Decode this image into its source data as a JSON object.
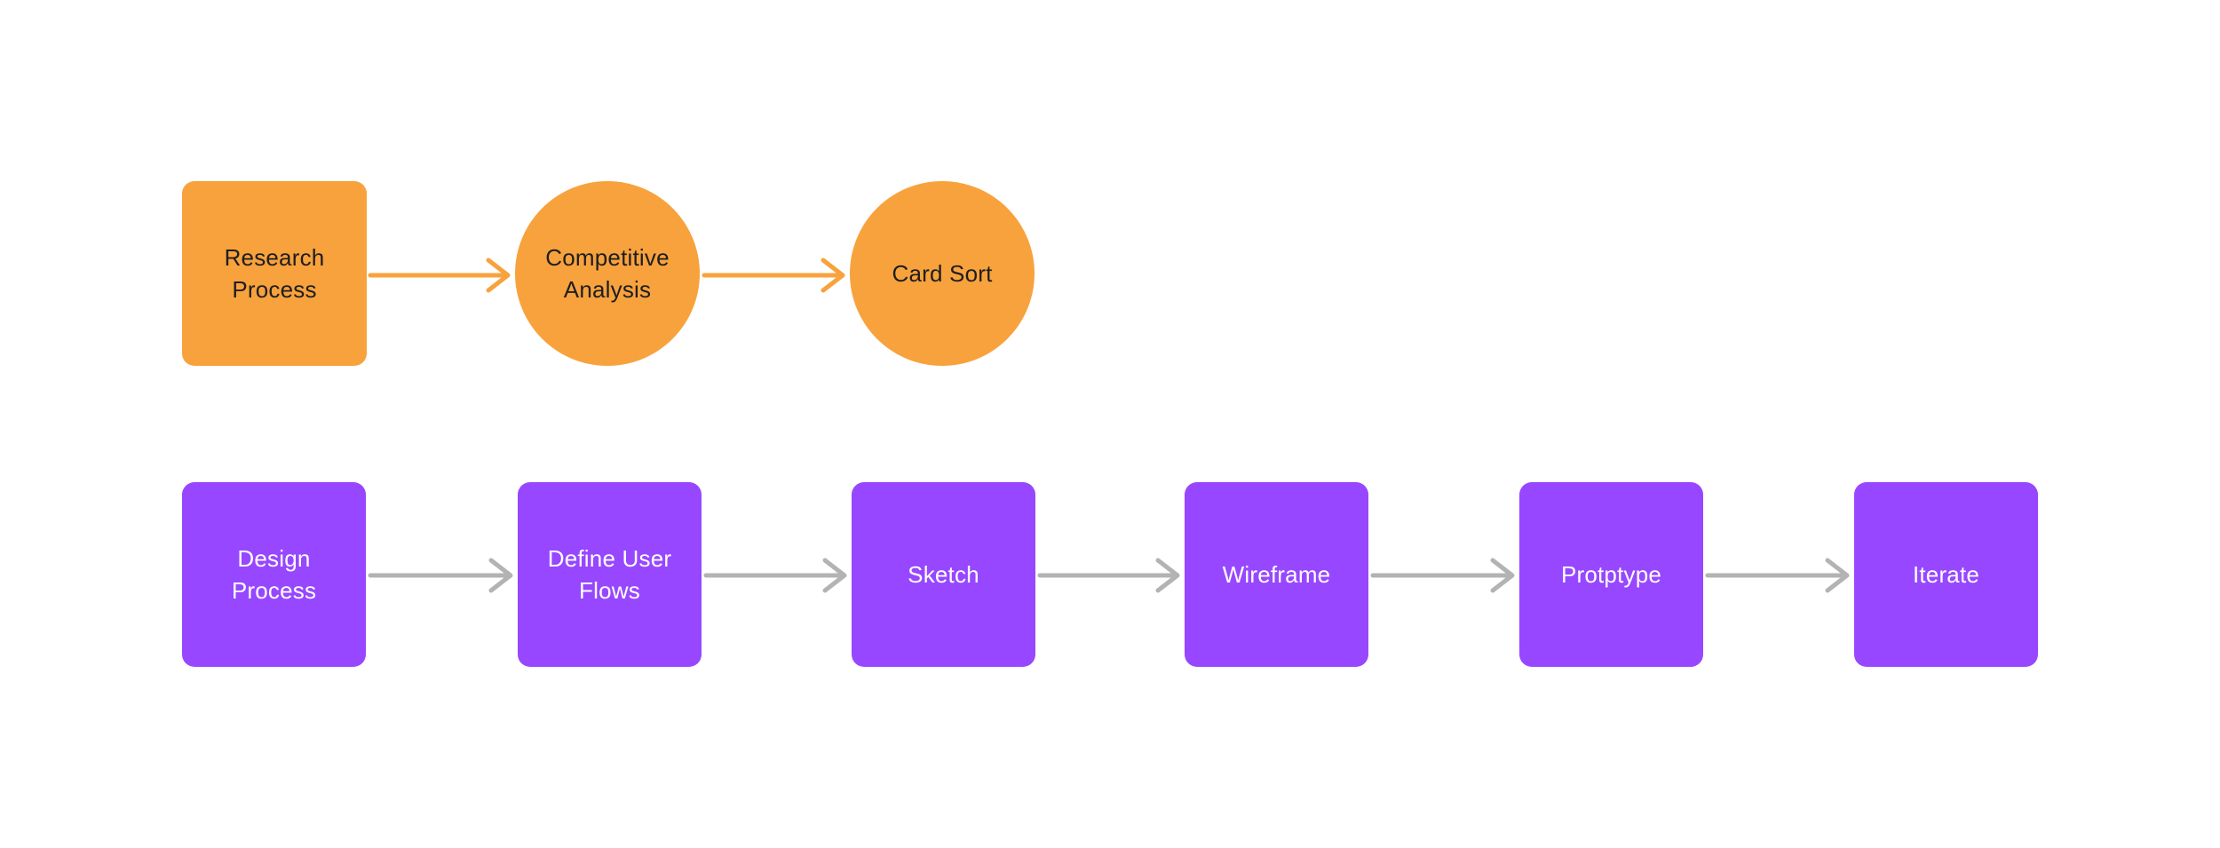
{
  "diagram": {
    "background_color": "#FFFFFF",
    "research_flow": {
      "node_fill_color": "#F8A23D",
      "connector_color": "#F8A23D",
      "text_color": "#1E1E1E",
      "nodes": [
        {
          "label": "Research Process",
          "shape": "rounded-square"
        },
        {
          "label": "Competitive Analysis",
          "shape": "circle"
        },
        {
          "label": "Card Sort",
          "shape": "circle"
        }
      ],
      "connectors": [
        {
          "from": "Research Process",
          "to": "Competitive Analysis"
        },
        {
          "from": "Competitive Analysis",
          "to": "Card Sort"
        }
      ]
    },
    "design_flow": {
      "node_fill_color": "#9747FF",
      "connector_color": "#B3B3B3",
      "text_color": "#FFFFFF",
      "nodes": [
        {
          "label": "Design Process",
          "shape": "rounded-square"
        },
        {
          "label": "Define User Flows",
          "shape": "rounded-square"
        },
        {
          "label": "Sketch",
          "shape": "rounded-square"
        },
        {
          "label": "Wireframe",
          "shape": "rounded-square"
        },
        {
          "label": "Protptype",
          "shape": "rounded-square"
        },
        {
          "label": "Iterate",
          "shape": "rounded-square"
        }
      ],
      "connectors": [
        {
          "from": "Design Process",
          "to": "Define User Flows"
        },
        {
          "from": "Define User Flows",
          "to": "Sketch"
        },
        {
          "from": "Sketch",
          "to": "Wireframe"
        },
        {
          "from": "Wireframe",
          "to": "Protptype"
        },
        {
          "from": "Protptype",
          "to": "Iterate"
        }
      ]
    }
  }
}
